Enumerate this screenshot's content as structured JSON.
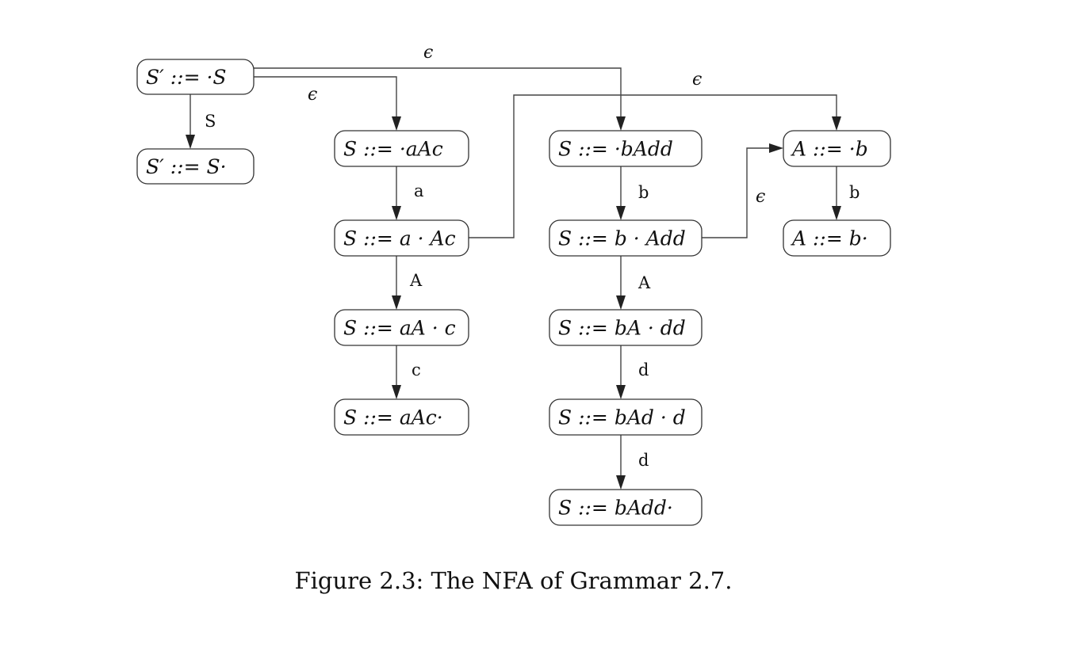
{
  "figure": {
    "caption": "Figure 2.3: The NFA of Grammar 2.7."
  },
  "nodes": [
    {
      "id": "n_sp_start",
      "label": "S′ ::= ·S"
    },
    {
      "id": "n_sp_end",
      "label": "S′ ::= S·"
    },
    {
      "id": "n_a0",
      "label": "S ::= ·aAc"
    },
    {
      "id": "n_a1",
      "label": "S ::= a · Ac"
    },
    {
      "id": "n_a2",
      "label": "S ::= aA · c"
    },
    {
      "id": "n_a3",
      "label": "S ::= aAc·"
    },
    {
      "id": "n_b0",
      "label": "S ::= ·bAdd"
    },
    {
      "id": "n_b1",
      "label": "S ::= b · Add"
    },
    {
      "id": "n_b2",
      "label": "S ::= bA · dd"
    },
    {
      "id": "n_b3",
      "label": "S ::= bAd · d"
    },
    {
      "id": "n_b4",
      "label": "S ::= bAdd·"
    },
    {
      "id": "n_A0",
      "label": "A ::= ·b"
    },
    {
      "id": "n_A1",
      "label": "A ::= b·"
    }
  ],
  "edges": [
    {
      "from": "n_sp_start",
      "to": "n_sp_end",
      "label": "S"
    },
    {
      "from": "n_sp_start",
      "to": "n_a0",
      "label": "ϵ"
    },
    {
      "from": "n_sp_start",
      "to": "n_b0",
      "label": "ϵ"
    },
    {
      "from": "n_a0",
      "to": "n_a1",
      "label": "a"
    },
    {
      "from": "n_a1",
      "to": "n_a2",
      "label": "A"
    },
    {
      "from": "n_a2",
      "to": "n_a3",
      "label": "c"
    },
    {
      "from": "n_a1",
      "to": "n_A0",
      "label": "ϵ"
    },
    {
      "from": "n_b0",
      "to": "n_b1",
      "label": "b"
    },
    {
      "from": "n_b1",
      "to": "n_b2",
      "label": "A"
    },
    {
      "from": "n_b2",
      "to": "n_b3",
      "label": "d"
    },
    {
      "from": "n_b3",
      "to": "n_b4",
      "label": "d"
    },
    {
      "from": "n_b1",
      "to": "n_A0",
      "label": "ϵ"
    },
    {
      "from": "n_A0",
      "to": "n_A1",
      "label": "b"
    }
  ]
}
